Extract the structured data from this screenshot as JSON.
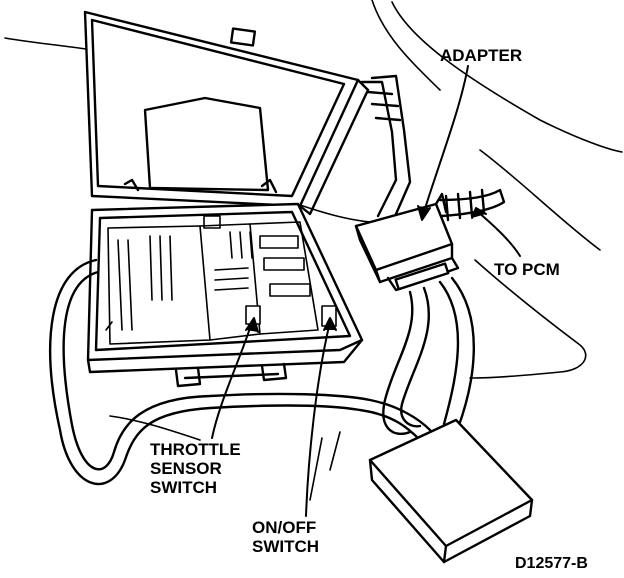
{
  "labels": {
    "adapter": "ADAPTER",
    "to_pcm": "TO PCM",
    "throttle": [
      "THROTTLE",
      "SENSOR",
      "SWITCH"
    ],
    "on_off": [
      "ON/OFF",
      "SWITCH"
    ],
    "figure_code": "D12577-B"
  },
  "colors": {
    "ink": "#000000",
    "paper": "#ffffff"
  }
}
